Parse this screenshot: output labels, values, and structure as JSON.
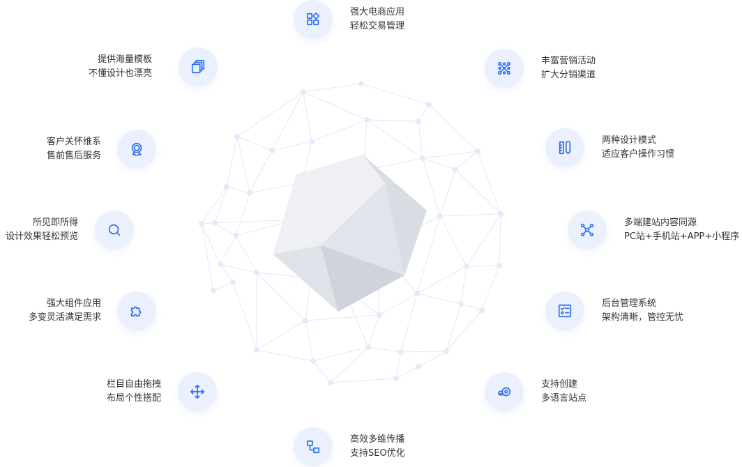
{
  "accent": "#2b6cf0",
  "features": [
    {
      "icon": "apps-icon",
      "line1": "强大电商应用",
      "line2": "轻松交易管理"
    },
    {
      "icon": "copy-pages-icon",
      "line1": "提供海量模板",
      "line2": "不懂设计也漂亮"
    },
    {
      "icon": "network-grid-icon",
      "line1": "丰富营销活动",
      "line2": "扩大分销渠道"
    },
    {
      "icon": "award-icon",
      "line1": "客户关怀维系",
      "line2": "售前售后服务"
    },
    {
      "icon": "design-tools-icon",
      "line1": "两种设计模式",
      "line2": "适应客户操作习惯"
    },
    {
      "icon": "search-icon",
      "line1": "所见即所得",
      "line2": "设计效果轻松预览"
    },
    {
      "icon": "hub-icon",
      "line1": "多端建站内容同源",
      "line2": "PC站+手机站+APP+小程序"
    },
    {
      "icon": "puzzle-icon",
      "line1": "强大组件应用",
      "line2": "多变灵活满足需求"
    },
    {
      "icon": "checklist-icon",
      "line1": "后台管理系统",
      "line2": "架构清晰，管控无忧"
    },
    {
      "icon": "move-arrows-icon",
      "line1": "栏目自由拖拽",
      "line2": "布局个性搭配"
    },
    {
      "icon": "language-icon",
      "line1": "支持创建",
      "line2": "多语言站点"
    },
    {
      "icon": "flow-icon",
      "line1": "高效多维传播",
      "line2": "支持SEO优化"
    }
  ]
}
